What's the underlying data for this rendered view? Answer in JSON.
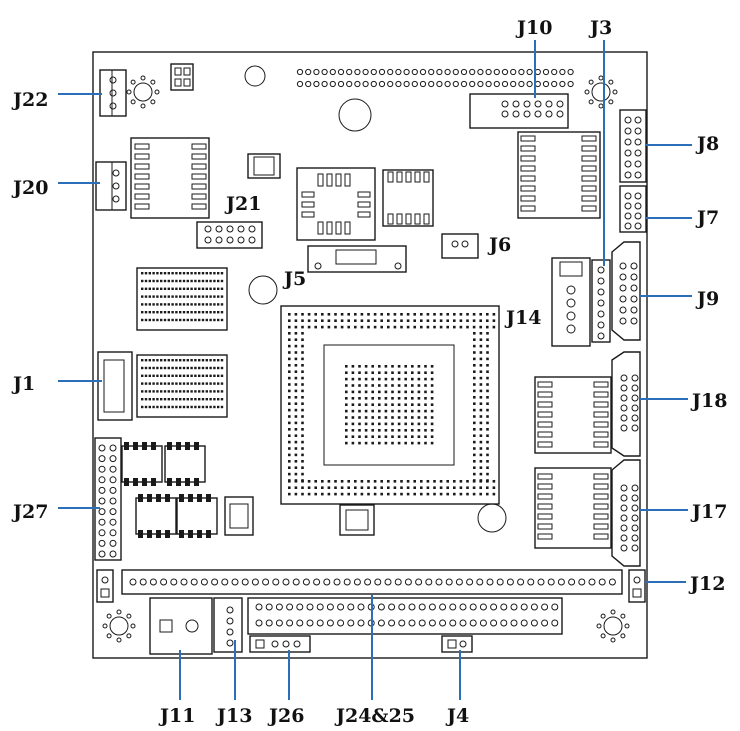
{
  "labels": {
    "J22": "J22",
    "J20": "J20",
    "J1": "J1",
    "J27": "J27",
    "J10": "J10",
    "J3": "J3",
    "J8": "J8",
    "J7": "J7",
    "J9": "J9",
    "J18": "J18",
    "J17": "J17",
    "J12": "J12",
    "J14": "J14",
    "J6": "J6",
    "J5": "J5",
    "J21": "J21",
    "J11": "J11",
    "J13": "J13",
    "J26": "J26",
    "J24_25": "J24&25",
    "J4": "J4"
  },
  "colors": {
    "leader_line": "#2a6fb8",
    "outline": "#1a1a1a",
    "background": "#ffffff"
  }
}
